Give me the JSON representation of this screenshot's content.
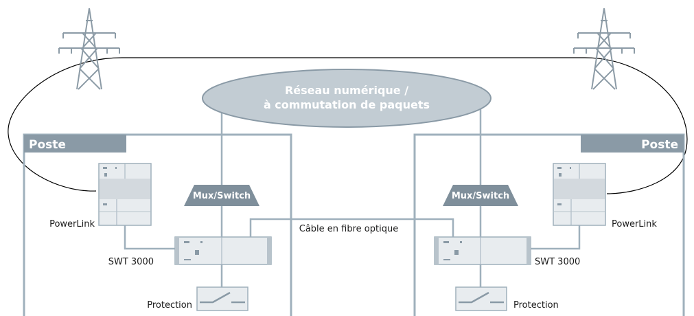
{
  "network": {
    "line1": "Réseau numérique /",
    "line2": "à commutation de paquets"
  },
  "stations": {
    "left": {
      "title": "Poste",
      "powerlink": "PowerLink",
      "swt": "SWT 3000",
      "mux": "Mux/Switch",
      "protection": "Protection"
    },
    "right": {
      "title": "Poste",
      "powerlink": "PowerLink",
      "swt": "SWT 3000",
      "mux": "Mux/Switch",
      "protection": "Protection"
    }
  },
  "fiber_label": "Câble en fibre optique",
  "colors": {
    "frame": "#9fb0bc",
    "title_bar": "#8a9aa6",
    "equipment_fill": "#e8ecef",
    "equipment_dark": "#d3d9de",
    "cloud": "#c2ccd3",
    "mux": "#7f8f9b",
    "tower": "#8c9ba6"
  }
}
